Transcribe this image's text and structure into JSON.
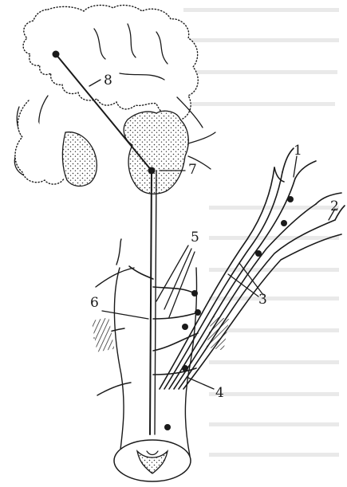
{
  "labels": {
    "l1": "1",
    "l2": "2",
    "l3": "3",
    "l4": "4",
    "l5": "5",
    "l6": "6",
    "l7": "7",
    "l8": "8"
  },
  "colors": {
    "ink": "#1a1a1a",
    "paper": "#ffffff"
  }
}
